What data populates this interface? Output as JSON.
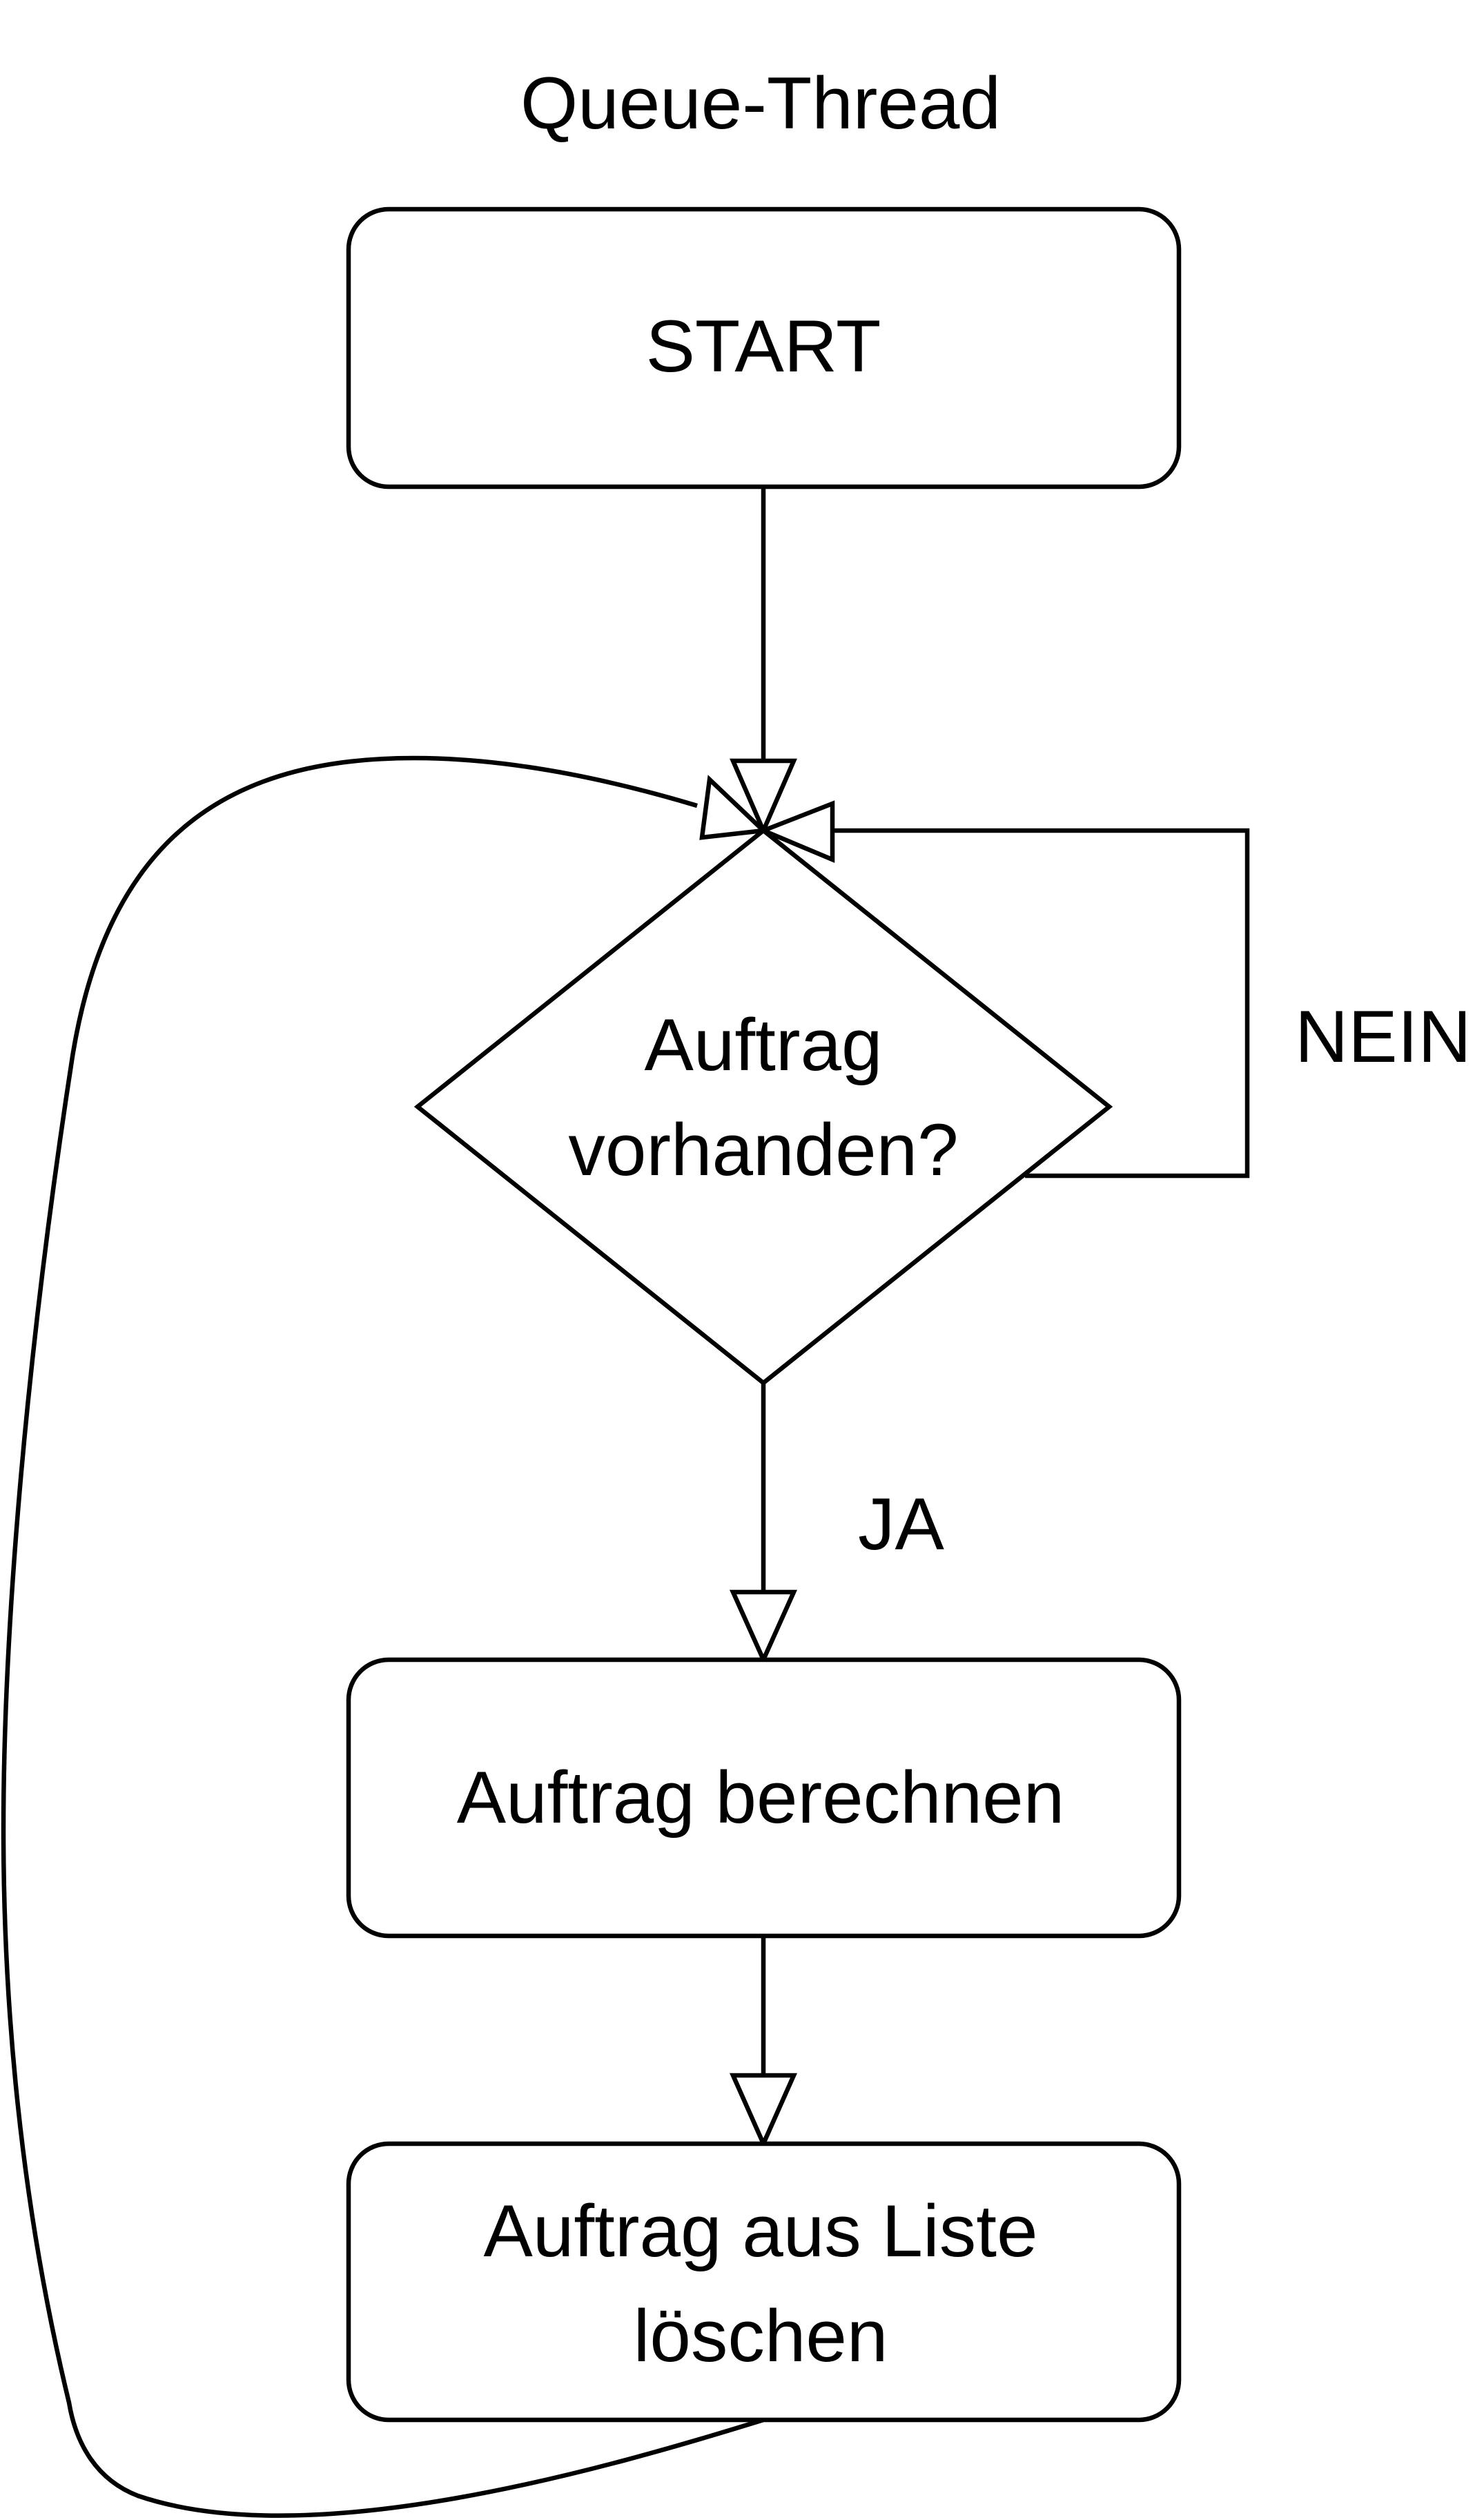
{
  "diagram": {
    "title": "Queue-Thread",
    "start_label": "START",
    "decision_lines": [
      "Auftrag",
      "vorhanden?"
    ],
    "no_label": "NEIN",
    "yes_label": "JA",
    "compute_label": "Auftrag berechnen",
    "delete_lines": [
      "Auftrag aus Liste",
      "löschen"
    ]
  },
  "colors": {
    "stroke": "#000000",
    "background": "#ffffff"
  }
}
